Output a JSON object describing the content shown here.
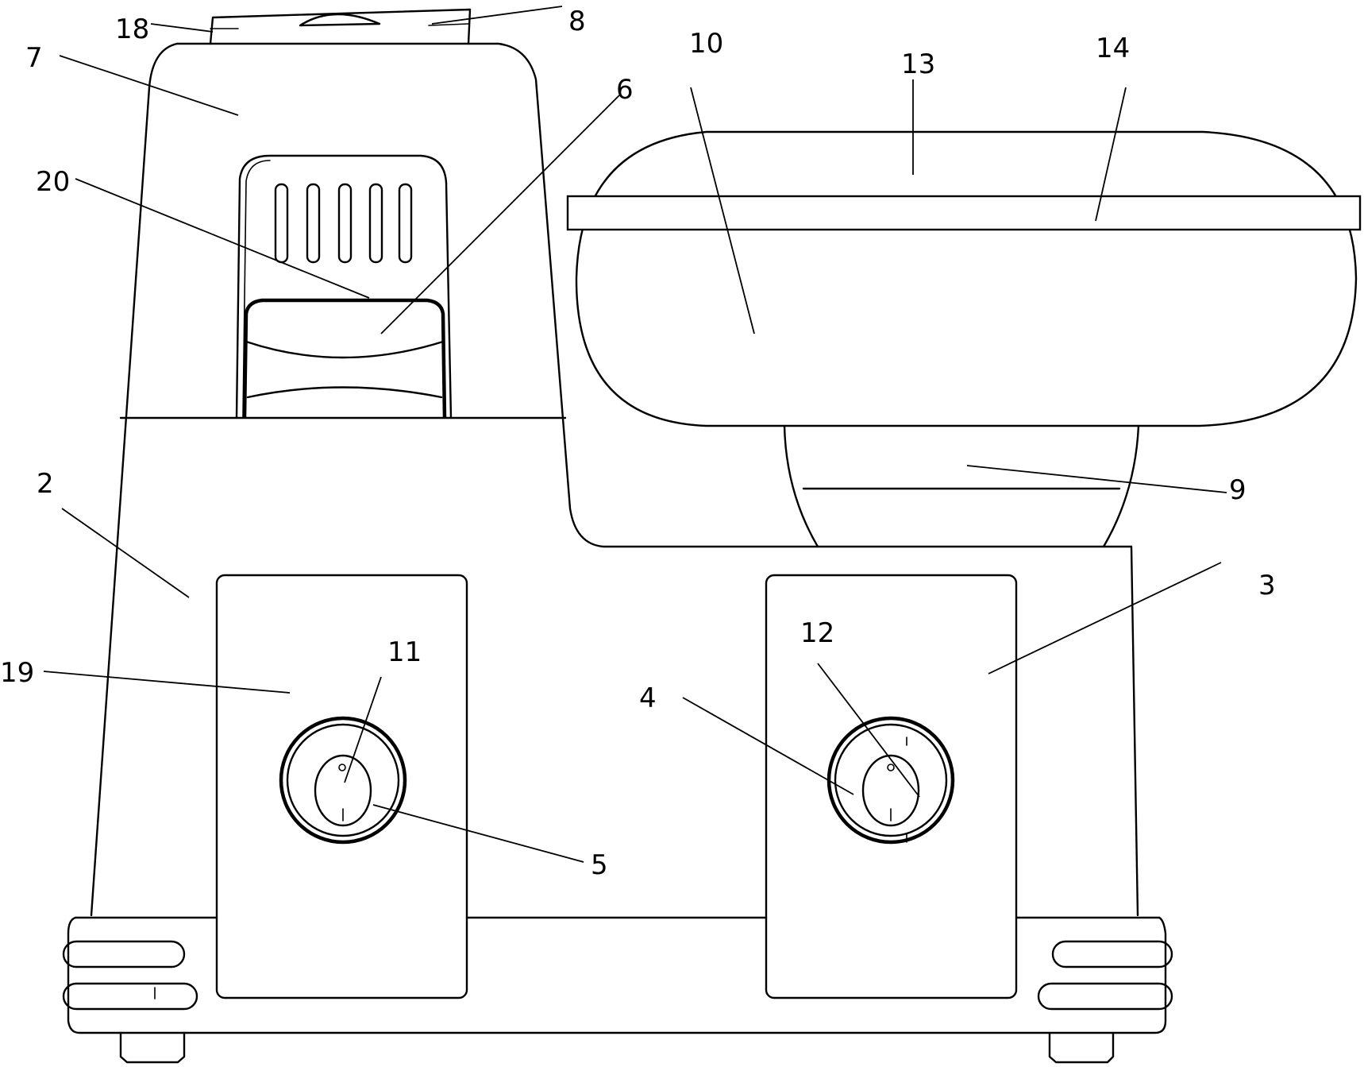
{
  "figure": {
    "labels": {
      "l2": "2",
      "l3": "3",
      "l4": "4",
      "l5": "5",
      "l6": "6",
      "l7": "7",
      "l8": "8",
      "l9": "9",
      "l10": "10",
      "l11": "11",
      "l12": "12",
      "l13": "13",
      "l14": "14",
      "l18": "18",
      "l19": "19",
      "l20": "20"
    },
    "colors": {
      "stroke": "#000000",
      "background": "#ffffff"
    }
  }
}
